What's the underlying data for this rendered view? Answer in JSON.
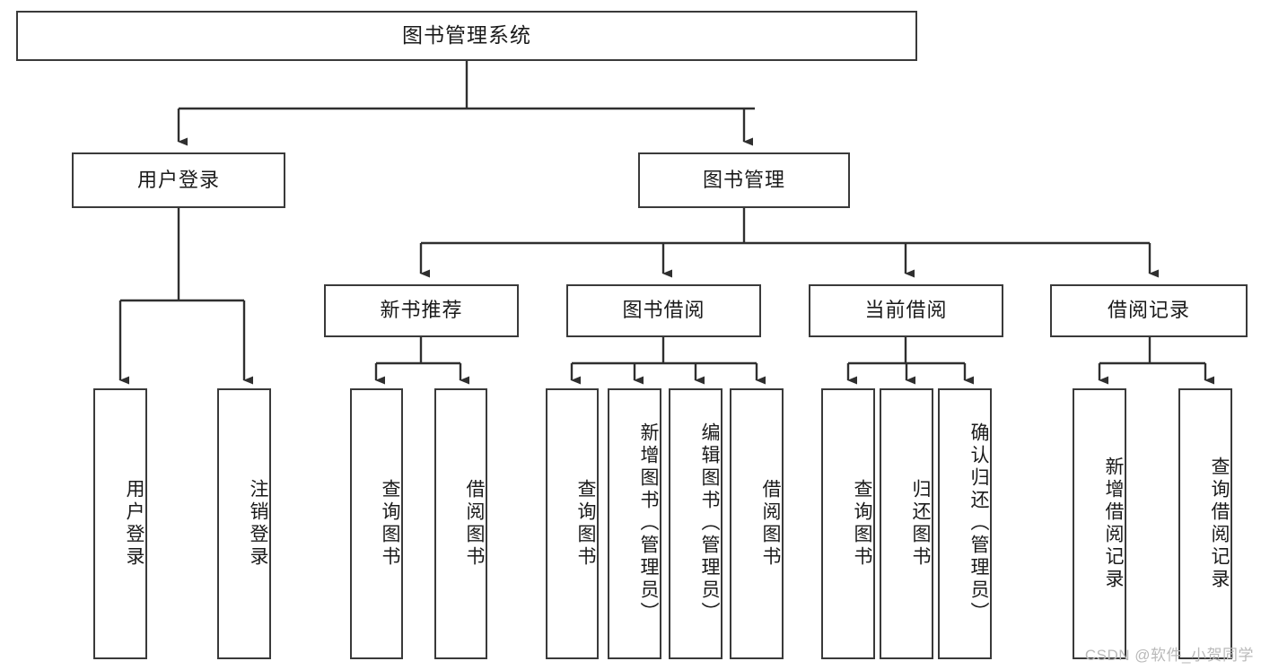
{
  "diagram": {
    "title": "图书管理系统",
    "type": "tree",
    "watermark": "CSDN @软件_小贺同学",
    "colors": {
      "box_border": "#3a3a3a",
      "box_fill": "#ffffff",
      "line": "#2f2f2f",
      "text": "#1a1a1a",
      "watermark": "#b9b9b9",
      "background": "#ffffff"
    },
    "nodes": {
      "root": {
        "label": "图书管理系统",
        "level": 1,
        "orientation": "horizontal"
      },
      "l2": [
        {
          "id": "user-login",
          "label": "用户登录",
          "level": 2,
          "orientation": "horizontal"
        },
        {
          "id": "book-manage",
          "label": "图书管理",
          "level": 2,
          "orientation": "horizontal"
        }
      ],
      "l3": [
        {
          "id": "new-book-rec",
          "label": "新书推荐",
          "level": 3,
          "orientation": "horizontal",
          "parent": "book-manage"
        },
        {
          "id": "book-borrow",
          "label": "图书借阅",
          "level": 3,
          "orientation": "horizontal",
          "parent": "book-manage"
        },
        {
          "id": "current-borrow",
          "label": "当前借阅",
          "level": 3,
          "orientation": "horizontal",
          "parent": "book-manage"
        },
        {
          "id": "borrow-record",
          "label": "借阅记录",
          "level": 3,
          "orientation": "horizontal",
          "parent": "book-manage"
        }
      ],
      "leaves": [
        {
          "id": "leaf-user-login",
          "label": "用户登录",
          "parent": "user-login",
          "orientation": "vertical"
        },
        {
          "id": "leaf-logout-login",
          "label": "注销登录",
          "parent": "user-login",
          "orientation": "vertical"
        },
        {
          "id": "leaf-query-book-1",
          "label": "查询图书",
          "parent": "new-book-rec",
          "orientation": "vertical"
        },
        {
          "id": "leaf-borrow-book-1",
          "label": "借阅图书",
          "parent": "new-book-rec",
          "orientation": "vertical"
        },
        {
          "id": "leaf-query-book-2",
          "label": "查询图书",
          "parent": "book-borrow",
          "orientation": "vertical"
        },
        {
          "id": "leaf-add-book",
          "label": "新增图书（管理员）",
          "parent": "book-borrow",
          "orientation": "vertical"
        },
        {
          "id": "leaf-edit-book",
          "label": "编辑图书（管理员）",
          "parent": "book-borrow",
          "orientation": "vertical"
        },
        {
          "id": "leaf-borrow-book-2",
          "label": "借阅图书",
          "parent": "book-borrow",
          "orientation": "vertical"
        },
        {
          "id": "leaf-query-book-3",
          "label": "查询图书",
          "parent": "current-borrow",
          "orientation": "vertical"
        },
        {
          "id": "leaf-return-book",
          "label": "归还图书",
          "parent": "current-borrow",
          "orientation": "vertical"
        },
        {
          "id": "leaf-confirm-return",
          "label": "确认归还（管理员）",
          "parent": "current-borrow",
          "orientation": "vertical"
        },
        {
          "id": "leaf-add-record",
          "label": "新增借阅记录",
          "parent": "borrow-record",
          "orientation": "vertical"
        },
        {
          "id": "leaf-query-record",
          "label": "查询借阅记录",
          "parent": "borrow-record",
          "orientation": "vertical"
        }
      ]
    }
  }
}
